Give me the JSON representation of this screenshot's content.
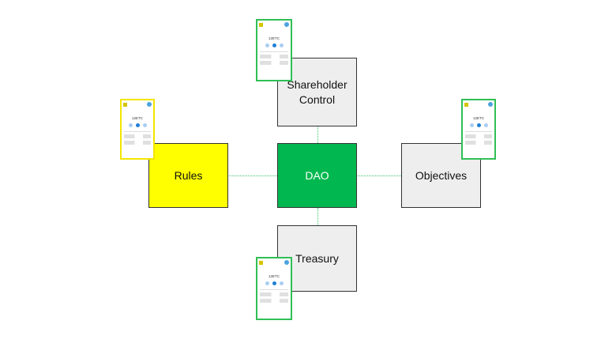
{
  "nodes": {
    "center": {
      "label": "DAO",
      "color": "#00b84f"
    },
    "top": {
      "label": "Shareholder Control",
      "color": "#eeeeee"
    },
    "bottom": {
      "label": "Treasury",
      "color": "#eeeeee"
    },
    "left": {
      "label": "Rules",
      "color": "#ffff00"
    },
    "right": {
      "label": "Objectives",
      "color": "#eeeeee"
    }
  },
  "connector_color": "#3fc46a",
  "phones": {
    "balance": "12ETC",
    "frame_colors": {
      "top": "#2fbf55",
      "left": "#f2e600",
      "right": "#2fbf55",
      "bottom": "#2fbf55"
    }
  }
}
